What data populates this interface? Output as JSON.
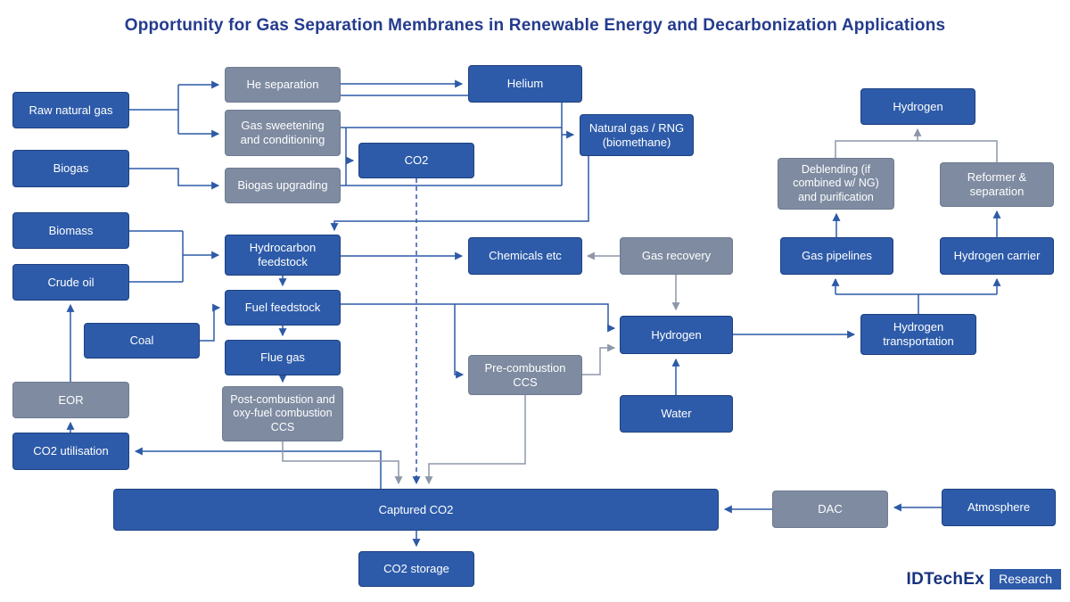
{
  "title": "Opportunity for Gas Separation Membranes in Renewable Energy and Decarbonization Applications",
  "colors": {
    "node_blue": "#2d5ba9",
    "node_gray": "#7e8ba1",
    "line_blue": "#2d5aa7",
    "line_gray": "#8d97a9",
    "title_text": "#243b8d"
  },
  "nodes": {
    "raw_natural_gas": {
      "label": "Raw natural gas",
      "style": "blue"
    },
    "biogas": {
      "label": "Biogas",
      "style": "blue"
    },
    "biomass": {
      "label": "Biomass",
      "style": "blue"
    },
    "crude_oil": {
      "label": "Crude oil",
      "style": "blue"
    },
    "coal": {
      "label": "Coal",
      "style": "blue"
    },
    "eor": {
      "label": "EOR",
      "style": "gray"
    },
    "co2_utilisation": {
      "label": "CO2 utilisation",
      "style": "blue"
    },
    "he_separation": {
      "label": "He separation",
      "style": "gray"
    },
    "gas_sweetening": {
      "label": "Gas sweetening and conditioning",
      "style": "gray"
    },
    "biogas_upgrading": {
      "label": "Biogas upgrading",
      "style": "gray"
    },
    "hydrocarbon_feedstock": {
      "label": "Hydrocarbon feedstock",
      "style": "blue"
    },
    "fuel_feedstock": {
      "label": "Fuel feedstock",
      "style": "blue"
    },
    "flue_gas": {
      "label": "Flue gas",
      "style": "blue"
    },
    "post_combustion_ccs": {
      "label": "Post-combustion and oxy-fuel combustion CCS",
      "style": "gray"
    },
    "co2": {
      "label": "CO2",
      "style": "blue"
    },
    "helium": {
      "label": "Helium",
      "style": "blue"
    },
    "natural_gas_rng": {
      "label": "Natural gas / RNG (biomethane)",
      "style": "blue"
    },
    "chemicals_etc": {
      "label": "Chemicals etc",
      "style": "blue"
    },
    "gas_recovery": {
      "label": "Gas recovery",
      "style": "gray"
    },
    "hydrogen": {
      "label": "Hydrogen",
      "style": "blue"
    },
    "water": {
      "label": "Water",
      "style": "blue"
    },
    "pre_combustion_ccs": {
      "label": "Pre-combustion CCS",
      "style": "gray"
    },
    "hydrogen_output": {
      "label": "Hydrogen",
      "style": "blue"
    },
    "deblending_purification": {
      "label": "Deblending (if combined w/ NG) and purification",
      "style": "gray"
    },
    "reformer_separation": {
      "label": "Reformer & separation",
      "style": "gray"
    },
    "gas_pipelines": {
      "label": "Gas pipelines",
      "style": "blue"
    },
    "hydrogen_carrier": {
      "label": "Hydrogen carrier",
      "style": "blue"
    },
    "hydrogen_transportation": {
      "label": "Hydrogen transportation",
      "style": "blue"
    },
    "captured_co2": {
      "label": "Captured CO2",
      "style": "blue"
    },
    "dac": {
      "label": "DAC",
      "style": "gray"
    },
    "atmosphere": {
      "label": "Atmosphere",
      "style": "blue"
    },
    "co2_storage": {
      "label": "CO2 storage",
      "style": "blue"
    }
  },
  "edges": [
    "Raw natural gas → He separation",
    "Raw natural gas → Gas sweetening and conditioning",
    "He separation → Helium",
    "He separation → Natural gas / RNG (biomethane)",
    "Gas sweetening and conditioning → CO2",
    "Gas sweetening and conditioning → Natural gas / RNG (biomethane)",
    "Biogas → Biogas upgrading",
    "Biogas upgrading → CO2",
    "Biogas upgrading → Natural gas / RNG (biomethane)",
    "Natural gas / RNG (biomethane) → Hydrocarbon feedstock",
    "Biomass → Hydrocarbon feedstock",
    "Crude oil → Hydrocarbon feedstock",
    "Coal → Fuel feedstock",
    "Hydrocarbon feedstock → Fuel feedstock",
    "Hydrocarbon feedstock → Chemicals etc",
    "Fuel feedstock → Flue gas",
    "Fuel feedstock → Pre-combustion CCS",
    "Fuel feedstock → Hydrogen",
    "Flue gas → Post-combustion and oxy-fuel combustion CCS",
    "Post-combustion and oxy-fuel combustion CCS → Captured CO2",
    "Pre-combustion CCS → Hydrogen",
    "Pre-combustion CCS → Captured CO2",
    "CO2 → Captured CO2",
    "Gas recovery → Chemicals etc",
    "Gas recovery → Hydrogen",
    "Water → Hydrogen",
    "Hydrogen → Hydrogen transportation",
    "Hydrogen transportation → Gas pipelines",
    "Hydrogen transportation → Hydrogen carrier",
    "Gas pipelines → Deblending (if combined w/ NG) and purification",
    "Hydrogen carrier → Reformer & separation",
    "Deblending (if combined w/ NG) and purification → Hydrogen",
    "Reformer & separation → Hydrogen",
    "Captured CO2 → CO2 utilisation",
    "CO2 utilisation → EOR",
    "EOR → Crude oil",
    "Atmosphere → DAC",
    "DAC → Captured CO2",
    "Captured CO2 → CO2 storage"
  ],
  "logo": {
    "brand": "IDTechEx",
    "suffix": "Research"
  }
}
